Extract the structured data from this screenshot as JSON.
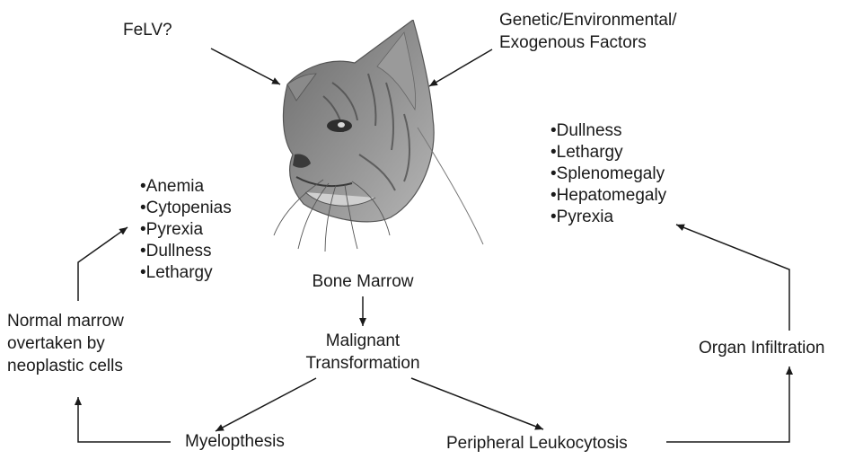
{
  "top": {
    "felv": "FeLV?",
    "factors_line1": "Genetic/Environmental/",
    "factors_line2": "Exogenous Factors"
  },
  "image": {
    "subject": "cat-head-sketch"
  },
  "left_symptoms": [
    "Anemia",
    "Cytopenias",
    "Pyrexia",
    "Dullness",
    "Lethargy"
  ],
  "right_symptoms": [
    "Dullness",
    "Lethargy",
    "Splenomegaly",
    "Hepatomegaly",
    "Pyrexia"
  ],
  "center": {
    "bone_marrow": "Bone Marrow",
    "malignant_line1": "Malignant",
    "malignant_line2": "Transformation"
  },
  "left_branch": {
    "normal_line1": "Normal marrow",
    "normal_line2": "overtaken by",
    "normal_line3": "neoplastic cells",
    "myelopthesis": "Myelopthesis"
  },
  "right_branch": {
    "organ": "Organ Infiltration",
    "leukocytosis": "Peripheral Leukocytosis"
  },
  "colors": {
    "ink": "#1a1a1a",
    "sketch": "#555555"
  }
}
